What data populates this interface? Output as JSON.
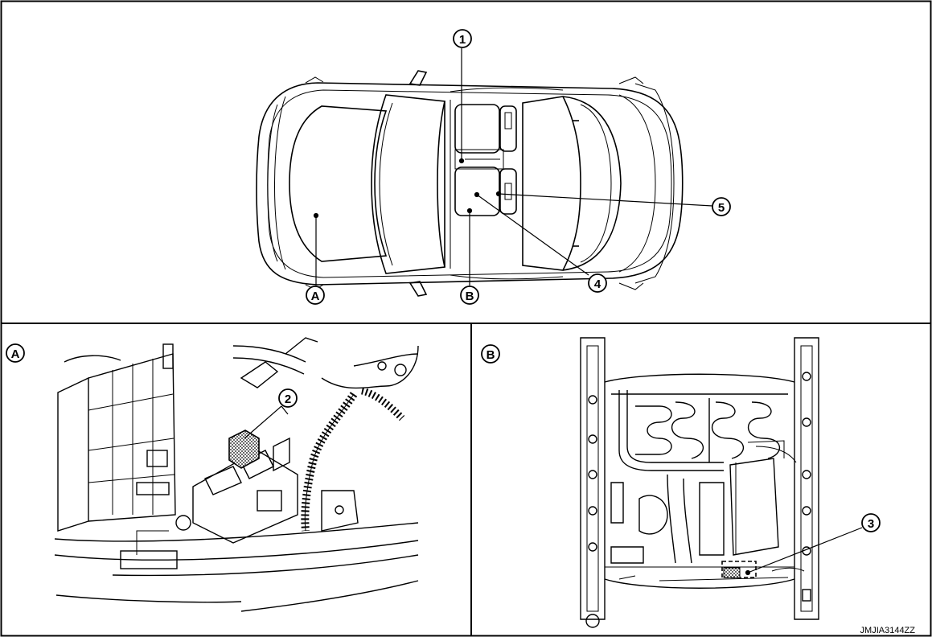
{
  "callouts": {
    "c1": "1",
    "c2": "2",
    "c3": "3",
    "c4": "4",
    "c5": "5"
  },
  "views": {
    "a": "A",
    "b": "B"
  },
  "reference_code": "JMJIA3144ZZ",
  "colors": {
    "line": "#000000",
    "background": "#ffffff",
    "highlight_pattern": "#555555"
  }
}
